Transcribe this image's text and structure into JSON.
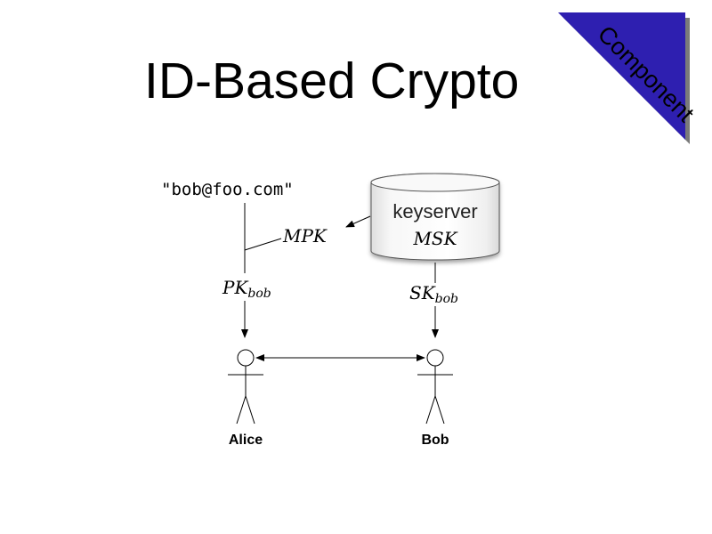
{
  "slide": {
    "title": "ID-Based Crypto"
  },
  "corner_badge": {
    "text": "Component",
    "fill_color": "#2E1FB0",
    "shadow_color": "#7A7A7A"
  },
  "diagram": {
    "identity": "\"bob@foo.com\"",
    "keyserver": {
      "label": "keyserver",
      "secret": "MSK"
    },
    "mpk_label": "MPK",
    "pk_label": {
      "main": "PK",
      "sub": "bob"
    },
    "sk_label": {
      "main": "SK",
      "sub": "bob"
    },
    "actors": [
      {
        "name": "Alice"
      },
      {
        "name": "Bob"
      }
    ]
  }
}
